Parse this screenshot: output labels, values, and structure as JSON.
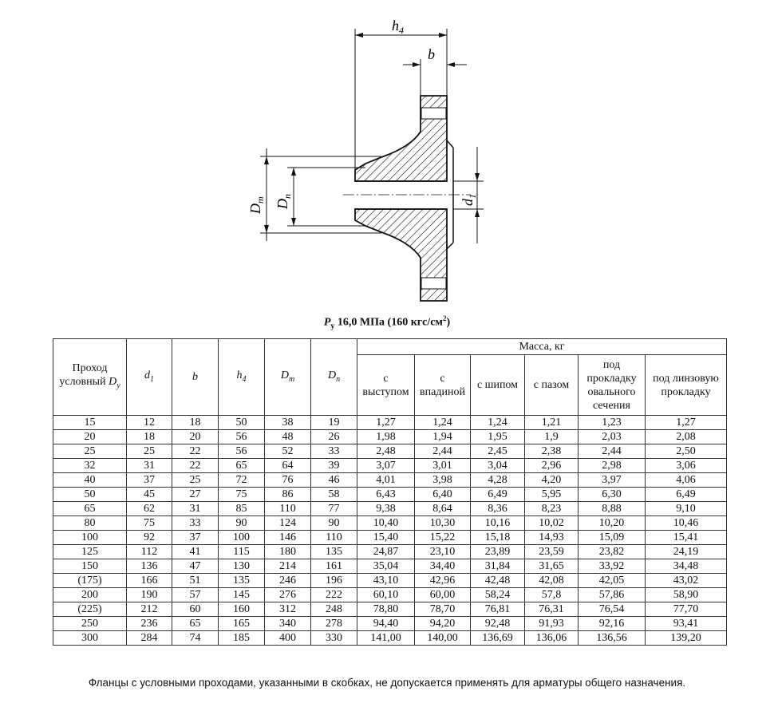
{
  "drawing": {
    "labels": {
      "h4": "h",
      "h4_sub": "4",
      "b": "b",
      "Dm": "D",
      "Dm_sub": "m",
      "Dn": "D",
      "Dn_sub": "n",
      "d1": "d",
      "d1_sub": "1"
    }
  },
  "caption": {
    "p": "P",
    "p_sub": "y",
    "text": " 16,0 МПа (160 кгс/см",
    "sup": "2",
    "close": ")"
  },
  "table": {
    "headers": {
      "dy": "Проход условный ",
      "dy_sym": "D",
      "dy_sub": "y",
      "d1": "d",
      "d1_sub": "1",
      "b": "b",
      "h4": "h",
      "h4_sub": "4",
      "dm": "D",
      "dm_sub": "m",
      "dn": "D",
      "dn_sub": "n",
      "mass": "Масса, кг",
      "mass_cols": [
        "с выступом",
        "с впадиной",
        "с шипом",
        "с пазом",
        "под прокладку овального сечения",
        "под линзовую прокладку"
      ]
    },
    "rows": [
      [
        "15",
        "12",
        "18",
        "50",
        "38",
        "19",
        "1,27",
        "1,24",
        "1,24",
        "1,21",
        "1,23",
        "1,27"
      ],
      [
        "20",
        "18",
        "20",
        "56",
        "48",
        "26",
        "1,98",
        "1,94",
        "1,95",
        "1,9",
        "2,03",
        "2,08"
      ],
      [
        "25",
        "25",
        "22",
        "56",
        "52",
        "33",
        "2,48",
        "2,44",
        "2,45",
        "2,38",
        "2,44",
        "2,50"
      ],
      [
        "32",
        "31",
        "22",
        "65",
        "64",
        "39",
        "3,07",
        "3,01",
        "3,04",
        "2,96",
        "2,98",
        "3,06"
      ],
      [
        "40",
        "37",
        "25",
        "72",
        "76",
        "46",
        "4,01",
        "3,98",
        "4,28",
        "4,20",
        "3,97",
        "4,06"
      ],
      [
        "50",
        "45",
        "27",
        "75",
        "86",
        "58",
        "6,43",
        "6,40",
        "6,49",
        "5,95",
        "6,30",
        "6,49"
      ],
      [
        "65",
        "62",
        "31",
        "85",
        "110",
        "77",
        "9,38",
        "8,64",
        "8,36",
        "8,23",
        "8,88",
        "9,10"
      ],
      [
        "80",
        "75",
        "33",
        "90",
        "124",
        "90",
        "10,40",
        "10,30",
        "10,16",
        "10,02",
        "10,20",
        "10,46"
      ],
      [
        "100",
        "92",
        "37",
        "100",
        "146",
        "110",
        "15,40",
        "15,22",
        "15,18",
        "14,93",
        "15,09",
        "15,41"
      ],
      [
        "125",
        "112",
        "41",
        "115",
        "180",
        "135",
        "24,87",
        "23,10",
        "23,89",
        "23,59",
        "23,82",
        "24,19"
      ],
      [
        "150",
        "136",
        "47",
        "130",
        "214",
        "161",
        "35,04",
        "34,40",
        "31,84",
        "31,65",
        "33,92",
        "34,48"
      ],
      [
        "(175)",
        "166",
        "51",
        "135",
        "246",
        "196",
        "43,10",
        "42,96",
        "42,48",
        "42,08",
        "42,05",
        "43,02"
      ],
      [
        "200",
        "190",
        "57",
        "145",
        "276",
        "222",
        "60,10",
        "60,00",
        "58,24",
        "57,8",
        "57,86",
        "58,90"
      ],
      [
        "(225)",
        "212",
        "60",
        "160",
        "312",
        "248",
        "78,80",
        "78,70",
        "76,81",
        "76,31",
        "76,54",
        "77,70"
      ],
      [
        "250",
        "236",
        "65",
        "165",
        "340",
        "278",
        "94,40",
        "94,20",
        "92,48",
        "91,93",
        "92,16",
        "93,41"
      ],
      [
        "300",
        "284",
        "74",
        "185",
        "400",
        "330",
        "141,00",
        "140,00",
        "136,69",
        "136,06",
        "136,56",
        "139,20"
      ]
    ]
  },
  "footnote": "Фланцы с условными проходами, указанными в скобках, не допускается применять для арматуры общего назначения."
}
